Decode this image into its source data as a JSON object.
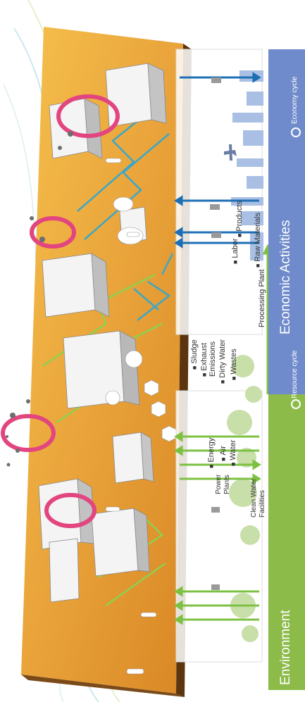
{
  "environment": {
    "title": "Environment",
    "cycle_label": "Resource cycle",
    "color": "#8dbb4a",
    "items": {
      "energy": "Energy",
      "air": "Air",
      "water": "Water",
      "power_plants": "Power Plants",
      "clean_water": "Clean Water Facilities",
      "sludge": "Sludge",
      "exhaust": "Exhaust Emissions",
      "dirty_water": "Dirty Water",
      "wastes": "Wastes",
      "processing_plant": "Processing Plant"
    }
  },
  "economy": {
    "title": "Economic Activities",
    "cycle_label": "Economy cycle",
    "color": "#6f8bcb",
    "items": {
      "labor": "Labor",
      "raw_materials": "Raw Materials",
      "products": "Products"
    }
  },
  "colors": {
    "ground": "#e9a33a",
    "ground_edge": "#6b3f12",
    "arrow_green": "#7cc142",
    "arrow_blue": "#1d6fb5",
    "cycle_pink": "#e2457f",
    "pipe_cyan": "#3aa7c9"
  }
}
